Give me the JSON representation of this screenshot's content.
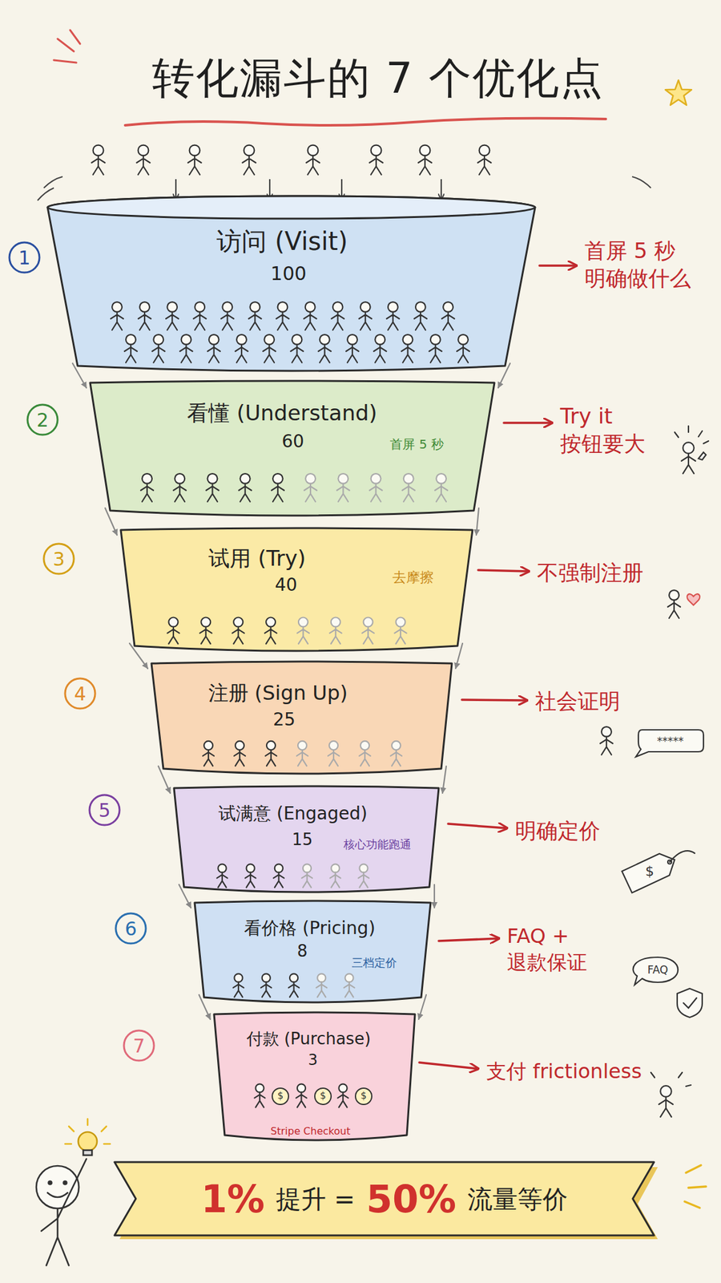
{
  "diagram": {
    "title": "转化漏斗的 7 个优化点",
    "nodes": [
      {
        "text": [
          "访问 (Visit)",
          "100"
        ]
      },
      {
        "text": [
          "看懂 (Understand)",
          "60",
          "首屏 5 秒"
        ]
      },
      {
        "text": [
          "试用 (Try)",
          "40",
          "去摩擦"
        ]
      },
      {
        "text": [
          "注册 (Sign Up)",
          "25"
        ]
      },
      {
        "text": [
          "试满意 (Engaged)",
          "15",
          "核心功能跑通"
        ]
      },
      {
        "text": [
          "看价格 (Pricing)",
          "8",
          "三档定价"
        ]
      },
      {
        "text": [
          "付款 (Purchase)",
          "3",
          "Stripe Checkout"
        ]
      },
      {
        "text": [
          "1%",
          "提升 =",
          "50%",
          "流量等价"
        ]
      }
    ],
    "edges": [
      {
        "from": 0,
        "to": 1,
        "arrow": "to"
      },
      {
        "from": 0,
        "to": 1,
        "arrow": "to"
      },
      {
        "from": 1,
        "to": 2,
        "arrow": "to"
      },
      {
        "from": 1,
        "to": 2,
        "arrow": "to"
      },
      {
        "from": 2,
        "to": 3,
        "arrow": "to"
      },
      {
        "from": 2,
        "to": 3,
        "arrow": "to"
      },
      {
        "from": 3,
        "to": 4,
        "arrow": "to"
      },
      {
        "from": 3,
        "to": 4,
        "arrow": "to"
      },
      {
        "from": 4,
        "to": 5,
        "arrow": "to"
      },
      {
        "from": 4,
        "to": 5,
        "arrow": "to"
      },
      {
        "from": 5,
        "to": 6,
        "arrow": "to"
      },
      {
        "from": 5,
        "to": 6,
        "arrow": "to"
      }
    ],
    "labels": [
      "1",
      "2",
      "3",
      "4",
      "5",
      "6",
      "7",
      "首屏 5 秒 明确做什么",
      "Try it 按钮要大",
      "不强制注册",
      "社会证明",
      "明确定价",
      "FAQ + 退款保证",
      "支付 frictionless",
      "*****",
      "$",
      "FAQ",
      "$",
      "$",
      "$"
    ]
  }
}
